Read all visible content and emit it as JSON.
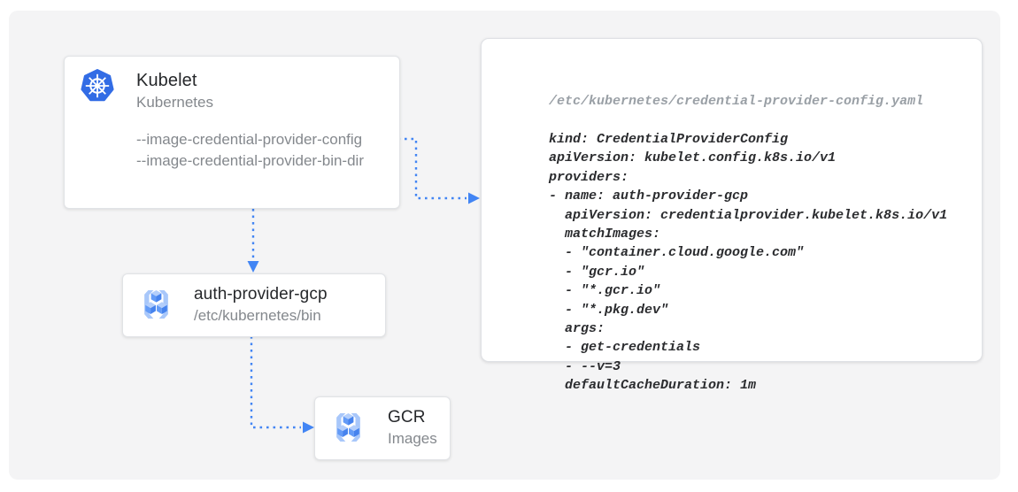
{
  "diagram": {
    "kubelet_card": {
      "title": "Kubelet",
      "subtitle": "Kubernetes",
      "flags": [
        "--image-credential-provider-config",
        "--image-credential-provider-bin-dir"
      ]
    },
    "auth_provider_card": {
      "title": "auth-provider-gcp",
      "subtitle": "/etc/kubernetes/bin"
    },
    "gcr_card": {
      "title": "GCR",
      "subtitle": "Images"
    },
    "code_panel": {
      "file_path": "/etc/kubernetes/credential-provider-config.yaml",
      "code": "kind: CredentialProviderConfig\napiVersion: kubelet.config.k8s.io/v1\nproviders:\n- name: auth-provider-gcp\n  apiVersion: credentialprovider.kubelet.k8s.io/v1\n  matchImages:\n  - \"container.cloud.google.com\"\n  - \"gcr.io\"\n  - \"*.gcr.io\"\n  - \"*.pkg.dev\"\n  args:\n  - get-credentials\n  - --v=3\n  defaultCacheDuration: 1m"
    },
    "colors": {
      "connector_blue": "#4285f4",
      "kubernetes_blue": "#326ce5",
      "stage_background": "#f4f4f5",
      "title_text": "#26282b",
      "muted_text": "#84888d",
      "code_text": "#2b2c2f",
      "code_path_text": "#9aa0a6"
    }
  }
}
